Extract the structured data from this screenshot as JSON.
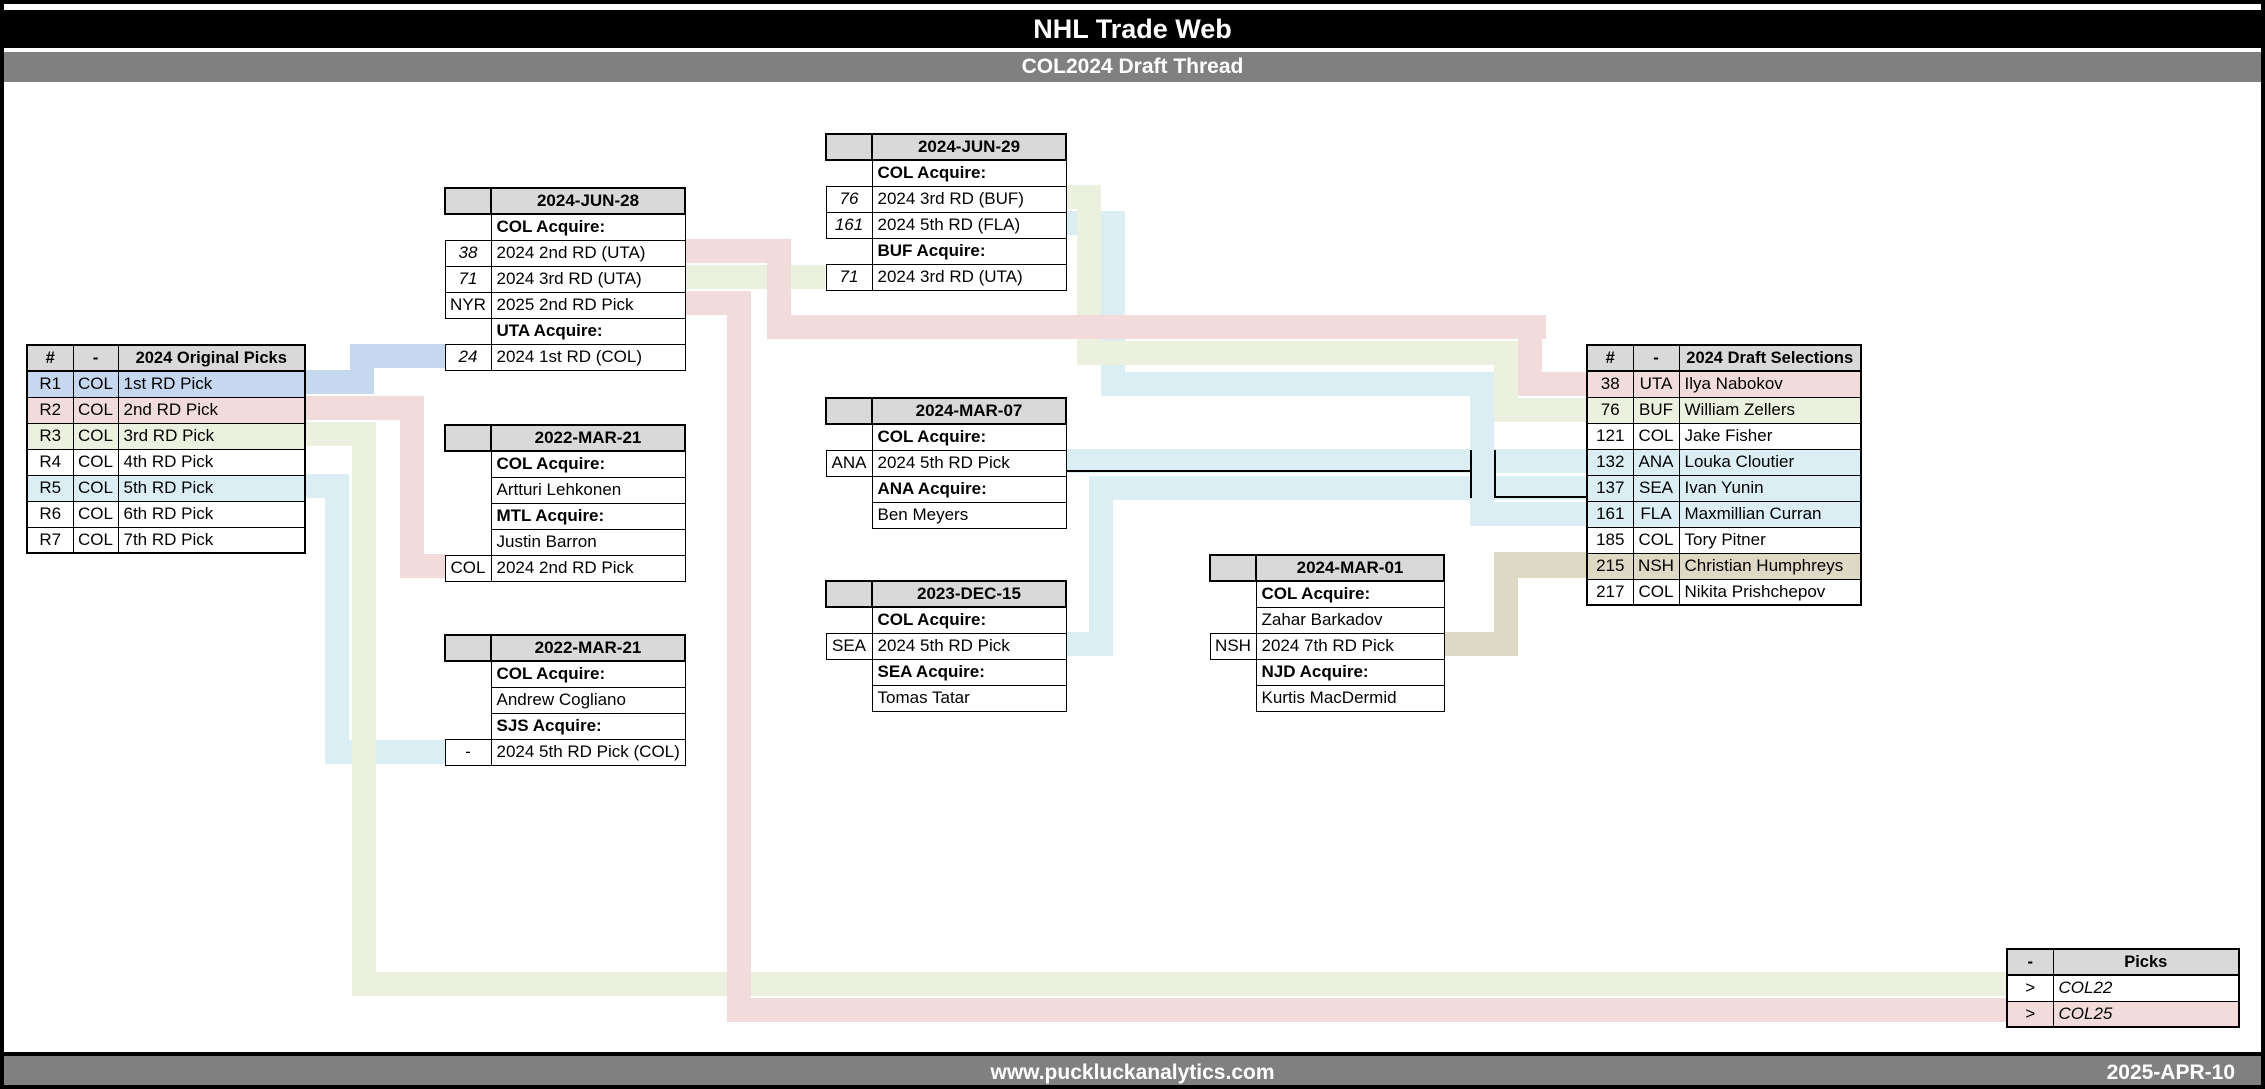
{
  "title_bar": {
    "title": "NHL Trade Web"
  },
  "subtitle_bar": {
    "subtitle": "COL2024 Draft Thread"
  },
  "footer": {
    "website": "www.puckluckanalytics.com",
    "date": "2025-APR-10"
  },
  "palette": {
    "pink_2nd_rd": "#f2dcdb",
    "green_3rd_rd": "#ebf1de",
    "cyan_5th_rd": "#daeef3",
    "blue_1st_rd": "#c6d7f0",
    "tan_7th_rd": "#ddd9c4",
    "table_header_gray": "#d9d9d9",
    "bar_gray": "#808080",
    "muted_text": "#808080"
  },
  "tables": {
    "original": {
      "headers": [
        "#",
        "-",
        "2024 Original Picks"
      ],
      "rows": [
        [
          "R1",
          "COL",
          "1st RD Pick",
          "blue"
        ],
        [
          "R2",
          "COL",
          "2nd RD Pick",
          "pink"
        ],
        [
          "R3",
          "COL",
          "3rd RD Pick",
          "green"
        ],
        [
          "R4",
          "COL",
          "4th RD Pick",
          ""
        ],
        [
          "R5",
          "COL",
          "5th RD Pick",
          "cyan"
        ],
        [
          "R6",
          "COL",
          "6th RD Pick",
          ""
        ],
        [
          "R7",
          "COL",
          "7th RD Pick",
          ""
        ]
      ]
    },
    "selections": {
      "headers": [
        "#",
        "-",
        "2024 Draft Selections"
      ],
      "rows": [
        [
          "38",
          "UTA",
          "Ilya Nabokov",
          "pink"
        ],
        [
          "76",
          "BUF",
          "William Zellers",
          "green"
        ],
        [
          "121",
          "COL",
          "Jake Fisher",
          ""
        ],
        [
          "132",
          "ANA",
          "Louka Cloutier",
          "cyan"
        ],
        [
          "137",
          "SEA",
          "Ivan Yunin",
          "cyan"
        ],
        [
          "161",
          "FLA",
          "Maxmillian Curran",
          "cyan"
        ],
        [
          "185",
          "COL",
          "Tory Pitner",
          ""
        ],
        [
          "215",
          "NSH",
          "Christian Humphreys",
          "tan"
        ],
        [
          "217",
          "COL",
          "Nikita Prishchepov",
          ""
        ]
      ]
    },
    "picks": {
      "headers": [
        "-",
        "Picks"
      ],
      "rows": [
        [
          ">",
          "COL22",
          ""
        ],
        [
          ">",
          "COL25",
          "pink"
        ]
      ]
    }
  },
  "trades": [
    {
      "id": "jun28",
      "date": "2024-JUN-28",
      "rows": [
        {
          "kind": "label",
          "text": "COL Acquire:",
          "muted": false
        },
        {
          "kind": "item",
          "tag": "38",
          "italic": true,
          "text": "2024 2nd RD (UTA)",
          "bg": "pink",
          "muted": false
        },
        {
          "kind": "item",
          "tag": "71",
          "italic": true,
          "text": "2024 3rd RD (UTA)",
          "bg": "green",
          "muted": false
        },
        {
          "kind": "item",
          "tag": "NYR",
          "italic": false,
          "text": "2025 2nd RD Pick",
          "bg": "pink",
          "muted": false
        },
        {
          "kind": "label",
          "text": "UTA Acquire:",
          "muted": true
        },
        {
          "kind": "item",
          "tag": "24",
          "italic": true,
          "text": "2024 1st RD (COL)",
          "bg": "blue",
          "muted": true
        }
      ]
    },
    {
      "id": "jun29",
      "date": "2024-JUN-29",
      "rows": [
        {
          "kind": "label",
          "text": "COL Acquire:",
          "muted": false
        },
        {
          "kind": "item",
          "tag": "76",
          "italic": true,
          "text": "2024 3rd RD (BUF)",
          "bg": "green",
          "muted": false
        },
        {
          "kind": "item",
          "tag": "161",
          "italic": true,
          "text": "2024 5th RD (FLA)",
          "bg": "cyan",
          "muted": false
        },
        {
          "kind": "label",
          "text": "BUF Acquire:",
          "muted": true
        },
        {
          "kind": "item",
          "tag": "71",
          "italic": true,
          "text": "2024 3rd RD (UTA)",
          "bg": "green",
          "muted": true
        }
      ]
    },
    {
      "id": "mar21a",
      "date": "2022-MAR-21",
      "rows": [
        {
          "kind": "label",
          "text": "COL Acquire:",
          "muted": false
        },
        {
          "kind": "item",
          "tag": null,
          "italic": false,
          "text": "Artturi Lehkonen",
          "bg": "",
          "muted": false
        },
        {
          "kind": "label",
          "text": "MTL Acquire:",
          "muted": true
        },
        {
          "kind": "item",
          "tag": null,
          "italic": false,
          "text": "Justin Barron",
          "bg": "",
          "muted": true
        },
        {
          "kind": "item",
          "tag": "COL",
          "italic": false,
          "text": "2024 2nd RD Pick",
          "bg": "pink",
          "muted": true
        }
      ]
    },
    {
      "id": "mar21b",
      "date": "2022-MAR-21",
      "rows": [
        {
          "kind": "label",
          "text": "COL Acquire:",
          "muted": false
        },
        {
          "kind": "item",
          "tag": null,
          "italic": false,
          "text": "Andrew Cogliano",
          "bg": "",
          "muted": false
        },
        {
          "kind": "label",
          "text": "SJS Acquire:",
          "muted": true
        },
        {
          "kind": "item",
          "tag": "-",
          "italic": false,
          "text": "2024 5th RD Pick (COL)",
          "bg": "cyan",
          "muted": true
        }
      ]
    },
    {
      "id": "mar07",
      "date": "2024-MAR-07",
      "rows": [
        {
          "kind": "label",
          "text": "COL Acquire:",
          "muted": false
        },
        {
          "kind": "item",
          "tag": "ANA",
          "italic": false,
          "text": "2024 5th RD Pick",
          "bg": "cyan",
          "muted": false
        },
        {
          "kind": "label",
          "text": "ANA Acquire:",
          "muted": true
        },
        {
          "kind": "item",
          "tag": null,
          "italic": false,
          "text": "Ben Meyers",
          "bg": "",
          "muted": true
        }
      ]
    },
    {
      "id": "dec15",
      "date": "2023-DEC-15",
      "rows": [
        {
          "kind": "label",
          "text": "COL Acquire:",
          "muted": false
        },
        {
          "kind": "item",
          "tag": "SEA",
          "italic": false,
          "text": "2024 5th RD Pick",
          "bg": "cyan",
          "muted": false
        },
        {
          "kind": "label",
          "text": "SEA Acquire:",
          "muted": true
        },
        {
          "kind": "item",
          "tag": null,
          "italic": false,
          "text": "Tomas Tatar",
          "bg": "",
          "muted": true
        }
      ]
    },
    {
      "id": "mar01",
      "date": "2024-MAR-01",
      "rows": [
        {
          "kind": "label",
          "text": "COL Acquire:",
          "muted": false
        },
        {
          "kind": "item",
          "tag": null,
          "italic": false,
          "text": "Zahar Barkadov",
          "bg": "",
          "muted": false
        },
        {
          "kind": "item",
          "tag": "NSH",
          "italic": false,
          "text": "2024 7th RD Pick",
          "bg": "tan",
          "muted": false
        },
        {
          "kind": "label",
          "text": "NJD Acquire:",
          "muted": true
        },
        {
          "kind": "item",
          "tag": null,
          "italic": false,
          "text": "Kurtis MacDermid",
          "bg": "",
          "muted": true
        }
      ]
    }
  ],
  "connectors": [
    {
      "from": "R1 1st RD Pick",
      "to": "2024-JUN-28 / 24 2024 1st RD (COL)",
      "color": "blue_1st_rd"
    },
    {
      "from": "R2 2nd RD Pick",
      "to": "2022-MAR-21 / COL 2024 2nd RD Pick",
      "color": "pink_2nd_rd"
    },
    {
      "from": "R3 3rd RD Pick",
      "to": "Picks / COL22",
      "color": "green_3rd_rd"
    },
    {
      "from": "R5 5th RD Pick",
      "to": "2022-MAR-21 / 2024 5th RD Pick (COL)",
      "color": "cyan_5th_rd"
    },
    {
      "from": "2024-JUN-28 / 38",
      "to": "Selection 38 UTA Ilya Nabokov",
      "color": "pink_2nd_rd"
    },
    {
      "from": "2024-JUN-28 / 71",
      "to": "2024-JUN-29 / 71 2024 3rd RD (UTA)",
      "color": "green_3rd_rd"
    },
    {
      "from": "2024-JUN-28 / NYR 2025 2nd RD Pick",
      "to": "Picks / COL25",
      "color": "pink_2nd_rd"
    },
    {
      "from": "2024-JUN-29 / 76",
      "to": "Selection 76 BUF William Zellers",
      "color": "green_3rd_rd"
    },
    {
      "from": "2024-JUN-29 / 161",
      "to": "Selection 161 FLA Maxmillian Curran",
      "color": "cyan_5th_rd"
    },
    {
      "from": "2024-MAR-07 / ANA 5th",
      "to": "Selection 132 ANA Louka Cloutier",
      "color": "cyan_5th_rd"
    },
    {
      "from": "2023-DEC-15 / SEA 5th",
      "to": "Selection 137 SEA Ivan Yunin",
      "color": "cyan_5th_rd"
    },
    {
      "from": "2024-MAR-01 / NSH 7th",
      "to": "Selection 215 NSH Christian Humphreys",
      "color": "tan_7th_rd"
    }
  ]
}
